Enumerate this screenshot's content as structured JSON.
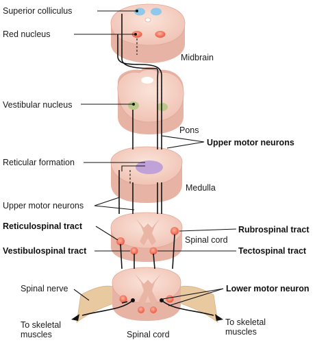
{
  "labels": {
    "superior_colliculus": "Superior colliculus",
    "red_nucleus": "Red nucleus",
    "midbrain": "Midbrain",
    "vestibular_nucleus": "Vestibular nucleus",
    "pons": "Pons",
    "upper_motor_neurons_right": "Upper motor neurons",
    "reticular_formation": "Reticular formation",
    "medulla": "Medulla",
    "upper_motor_neurons_left": "Upper motor neurons",
    "reticulospinal_tract": "Reticulospinal tract",
    "rubrospinal_tract": "Rubrospinal tract",
    "spinal_cord_mid": "Spinal cord",
    "vestibulospinal_tract": "Vestibulospinal tract",
    "tectospinal_tract": "Tectospinal tract",
    "spinal_nerve": "Spinal nerve",
    "lower_motor_neuron": "Lower motor neuron",
    "to_skeletal_left_1": "To skeletal",
    "to_skeletal_left_2": "muscles",
    "to_skeletal_right_1": "To skeletal",
    "to_skeletal_right_2": "muscles",
    "spinal_cord_bottom": "Spinal cord"
  },
  "colors": {
    "tissue": "#f4cfc2",
    "tissue_edge": "#e2ada0",
    "gray_matter": "#e9b6a6",
    "red_nucleus": "#ee6a52",
    "superior_colliculus": "#8fc8ea",
    "vestibular_nucleus": "#b8c98a",
    "reticular_formation": "#c0a2d8",
    "nerve_tan": "#e9c9a0"
  }
}
